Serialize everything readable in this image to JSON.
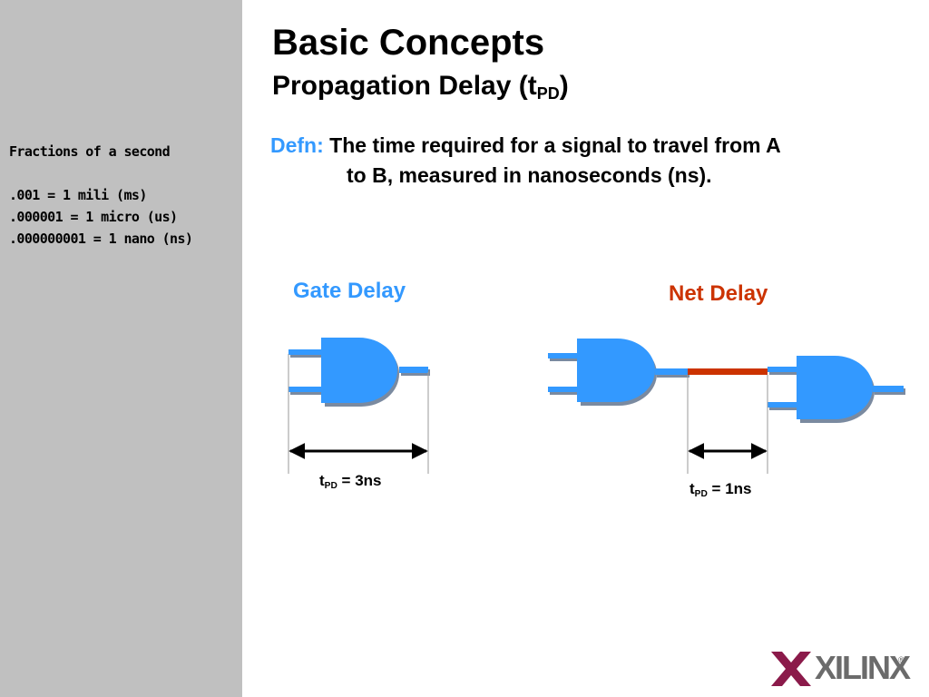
{
  "slide": {
    "title": "Basic Concepts",
    "subtitle_main": "Propagation Delay (t",
    "subtitle_sub": "PD",
    "subtitle_end": ")"
  },
  "definition": {
    "label": "Defn:",
    "line1": "The time required for a signal to travel from A",
    "line2": "to B, measured in nanoseconds (ns)."
  },
  "sidebar": {
    "heading": "Fractions of a second",
    "lines": [
      ".001 = 1 mili (ms)",
      ".000001 = 1 micro (us)",
      ".000000001 = 1 nano (ns)"
    ]
  },
  "gate_delay": {
    "label": "Gate Delay",
    "label_color": "#3399ff",
    "t": "t",
    "sub": "PD",
    "value": " = 3ns"
  },
  "net_delay": {
    "label": "Net Delay",
    "label_color": "#cc3300",
    "t": "t",
    "sub": "PD",
    "value": " = 1ns"
  },
  "colors": {
    "gate_fill": "#3399ff",
    "gate_shadow": "#7a8aa0",
    "net_wire": "#cc3300",
    "sidebar_bg": "#c0c0c0",
    "logo_mark": "#8b1a4a"
  },
  "logo": {
    "text": "XILINX",
    "reg": "®"
  }
}
